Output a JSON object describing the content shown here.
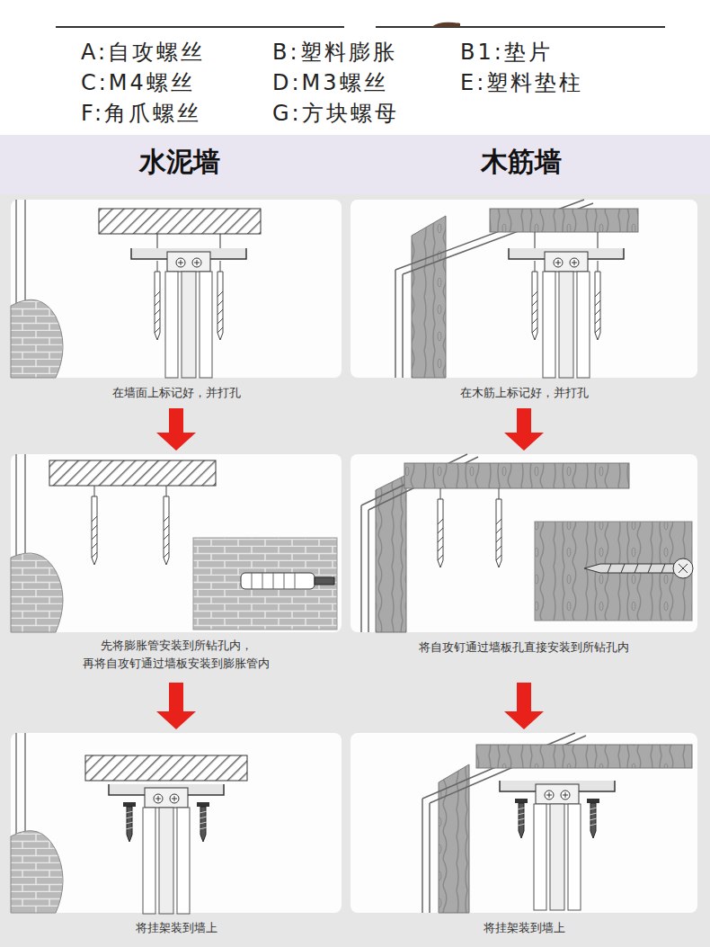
{
  "diagram": {
    "nodes": [
      {
        "text": [
          "水泥墙",
          "木筋墙"
        ]
      },
      {
        "text": [
          "在墙面上标记好，并打孔"
        ]
      },
      {
        "text": [
          "在木筋上标记好，并打孔"
        ]
      },
      {
        "text": [
          "先将膨胀管安装到所钻孔内， 再将自攻钉通过墙板安装到膨胀管内"
        ]
      },
      {
        "text": [
          "将自攻钉通过墙板孔直接安装到所钻孔内"
        ]
      },
      {
        "text": [
          "将挂架装到墙上"
        ]
      },
      {
        "text": [
          "将挂架装到墙上"
        ]
      }
    ],
    "edges": [
      {
        "from": 1,
        "to": 3,
        "arrow": "to"
      },
      {
        "from": 3,
        "to": 5,
        "arrow": "to"
      },
      {
        "from": 2,
        "to": 4,
        "arrow": "to"
      },
      {
        "from": 4,
        "to": 6,
        "arrow": "to"
      }
    ],
    "labels": [
      "A:自攻螺丝",
      "B:塑料膨胀",
      "B1:垫片",
      "C:M4螺丝",
      "D:M3螺丝",
      "E:塑料垫柱",
      "F:角爪螺丝",
      "G:方块螺母"
    ]
  }
}
